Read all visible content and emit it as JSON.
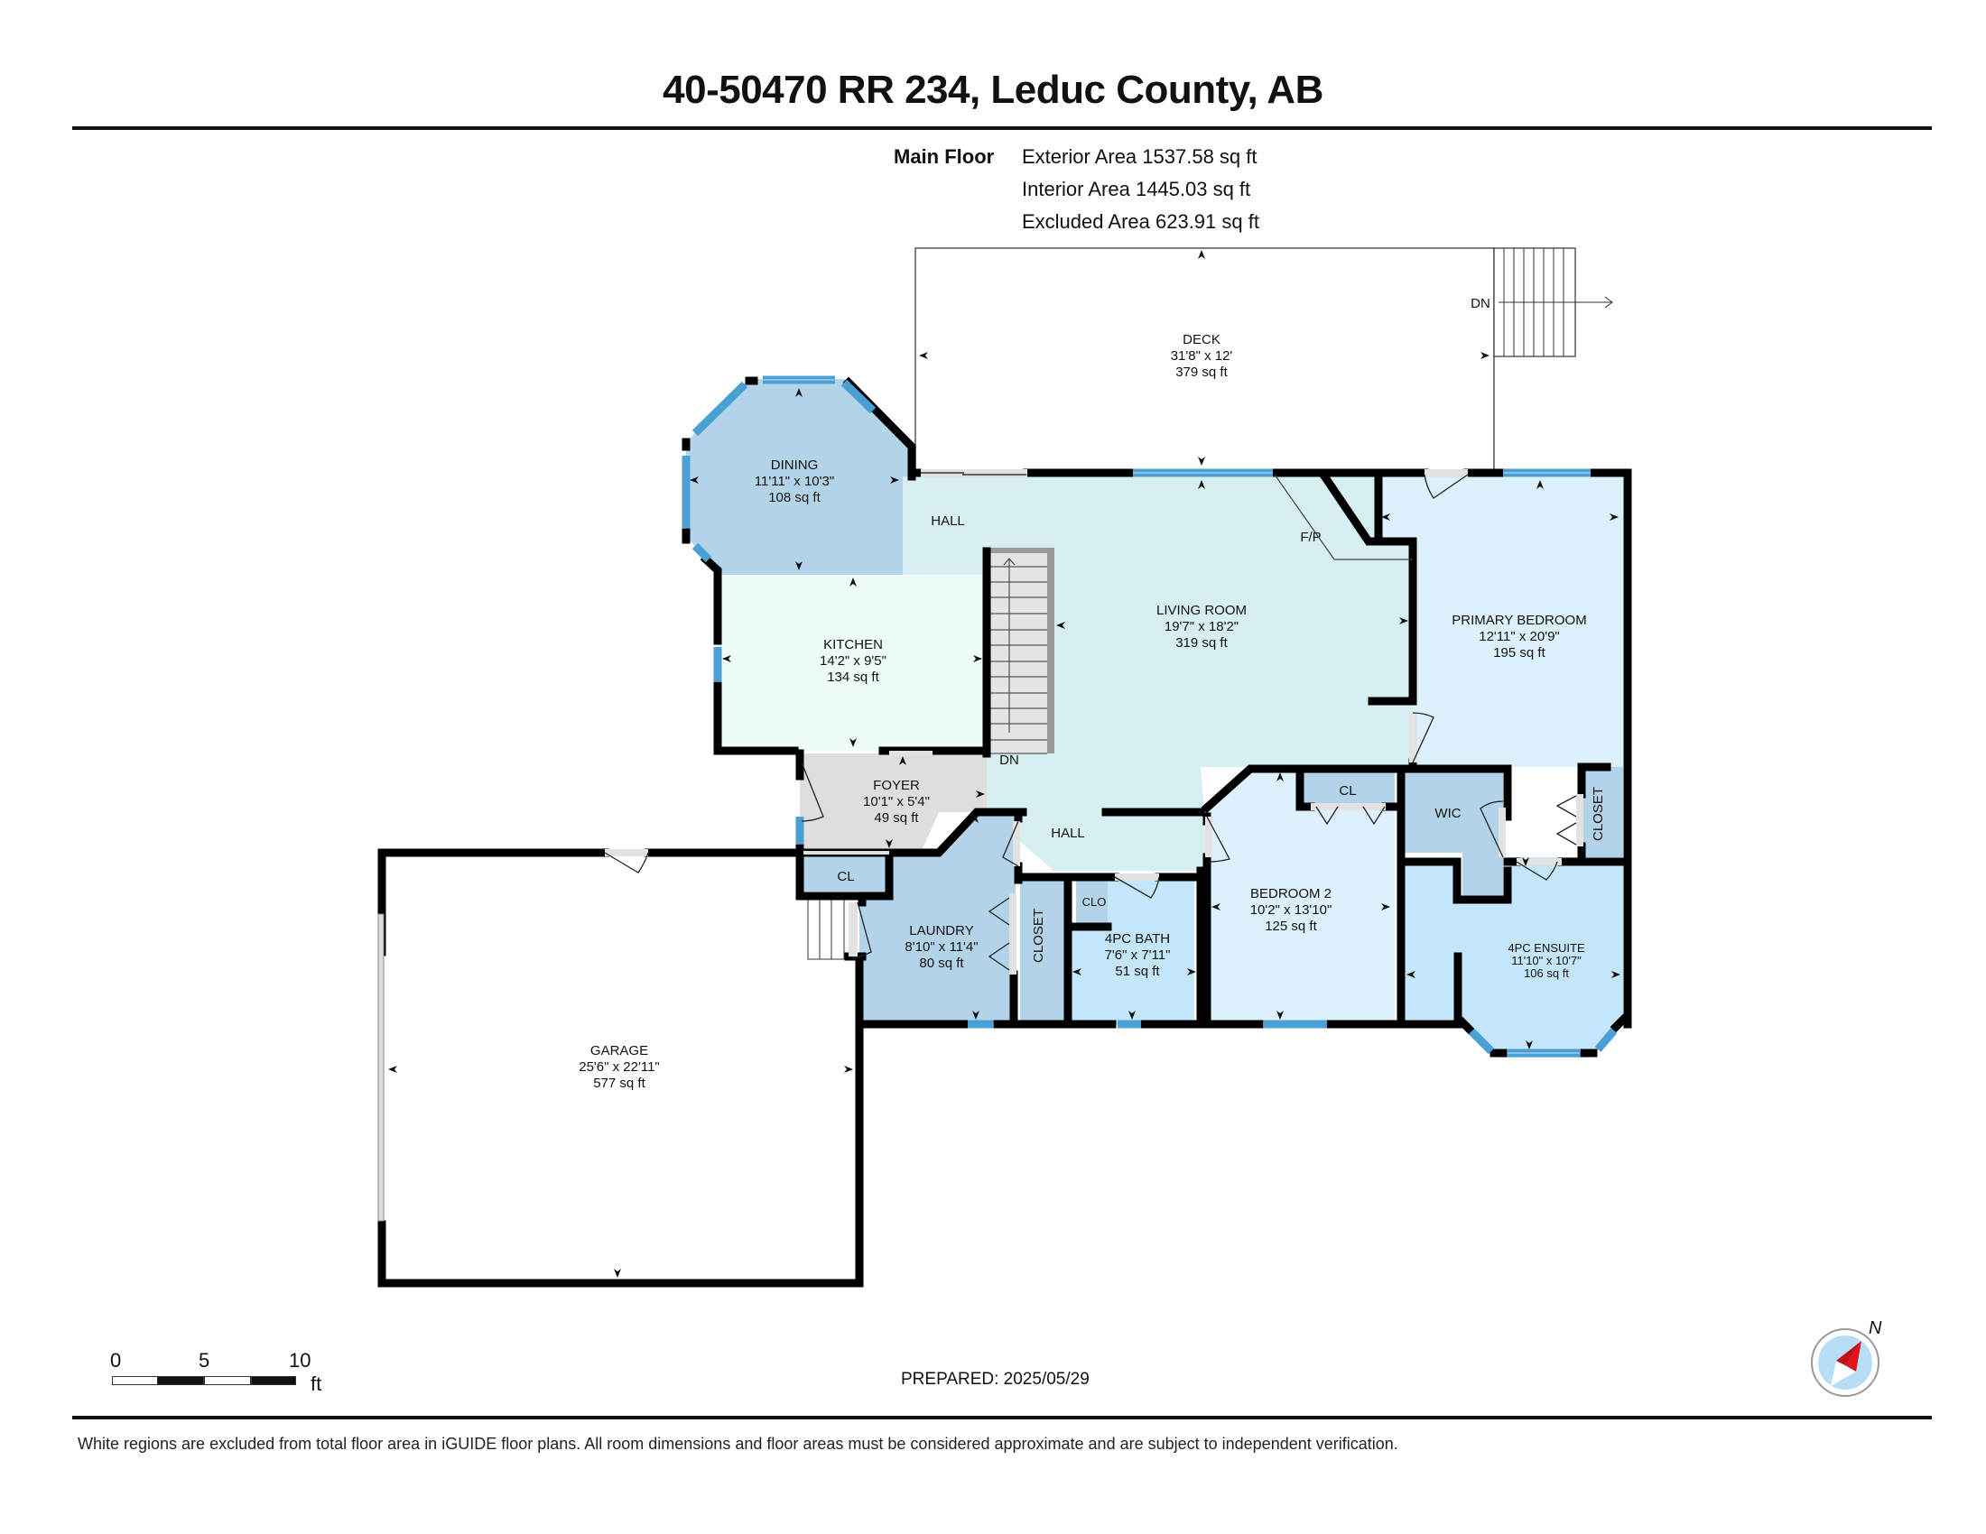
{
  "header": {
    "title": "40-50470 RR 234, Leduc County, AB"
  },
  "area_summary": {
    "floor_name": "Main Floor",
    "exterior_area": "Exterior Area 1537.58 sq ft",
    "interior_area": "Interior Area 1445.03 sq ft",
    "excluded_area": "Excluded Area 623.91 sq ft"
  },
  "rooms": {
    "deck": {
      "name": "DECK",
      "dims": "31'8\" x 12'",
      "area": "379 sq ft"
    },
    "dining": {
      "name": "DINING",
      "dims": "11'11\" x 10'3\"",
      "area": "108 sq ft"
    },
    "hall_upper": {
      "name": "HALL"
    },
    "kitchen": {
      "name": "KITCHEN",
      "dims": "14'2\" x 9'5\"",
      "area": "134 sq ft"
    },
    "living": {
      "name": "LIVING ROOM",
      "dims": "19'7\" x 18'2\"",
      "area": "319 sq ft"
    },
    "fireplace": {
      "name": "F/P"
    },
    "primary": {
      "name": "PRIMARY BEDROOM",
      "dims": "12'11\" x 20'9\"",
      "area": "195 sq ft"
    },
    "foyer": {
      "name": "FOYER",
      "dims": "10'1\" x 5'4\"",
      "area": "49 sq ft"
    },
    "hall_lower": {
      "name": "HALL"
    },
    "stairs_dn": {
      "name": "DN"
    },
    "deck_stairs_dn": {
      "name": "DN"
    },
    "cl_foyer": {
      "name": "CL"
    },
    "laundry": {
      "name": "LAUNDRY",
      "dims": "8'10\" x 11'4\"",
      "area": "80 sq ft"
    },
    "closet_hall": {
      "name": "CLOSET"
    },
    "clo": {
      "name": "CLO"
    },
    "bath": {
      "name": "4PC BATH",
      "dims": "7'6\" x 7'11\"",
      "area": "51 sq ft"
    },
    "bedroom2": {
      "name": "BEDROOM 2",
      "dims": "10'2\" x 13'10\"",
      "area": "125 sq ft"
    },
    "cl_bed2": {
      "name": "CL"
    },
    "wic": {
      "name": "WIC"
    },
    "closet_primary": {
      "name": "CLOSET"
    },
    "ensuite": {
      "name": "4PC ENSUITE",
      "dims": "11'10\" x 10'7\"",
      "area": "106 sq ft"
    },
    "garage": {
      "name": "GARAGE",
      "dims": "25'6\" x 22'11\"",
      "area": "577 sq ft"
    }
  },
  "scale_bar": {
    "ticks": [
      "0",
      "5",
      "10"
    ],
    "unit": "ft"
  },
  "prepared": "PREPARED: 2025/05/29",
  "compass": {
    "label": "N"
  },
  "disclaimer": "White regions are excluded from total floor area in iGUIDE floor plans. All room dimensions and floor areas must be considered approximate and are subject to independent verification.",
  "colors": {
    "wall": "#000000",
    "window": "#4a9fd4",
    "dining_fill": "#b3d3e8",
    "kitchen_fill": "#eefbfb",
    "living_fill": "#d6f0f2",
    "primary_fill": "#dcf1fb",
    "foyer_fill": "#dedede",
    "laundry_fill": "#b3d3e8",
    "bath_fill": "#c3e6fa",
    "closet_fill": "#b3d3e8",
    "compass_red": "#e0141e",
    "compass_blue": "#b8def5"
  }
}
